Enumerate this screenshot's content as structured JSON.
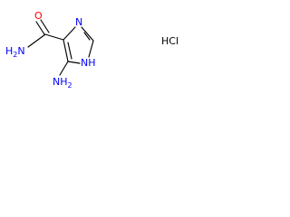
{
  "structure": {
    "atoms": {
      "carbonyl_oxygen": {
        "text": "O",
        "color": "#ff0000"
      },
      "amide_nitrogen": {
        "text": "H",
        "subscript": "2",
        "suffix": "N",
        "color": "#0000ff"
      },
      "ring_nitrogen_top": {
        "text": "N",
        "color": "#0000ff"
      },
      "ring_nitrogen_nh": {
        "text": "NH",
        "color": "#0000ff"
      },
      "amine_nitrogen": {
        "text": "NH",
        "subscript": "2",
        "color": "#0000ff"
      }
    },
    "counterion": {
      "text": "HCl",
      "color": "#000000"
    }
  }
}
